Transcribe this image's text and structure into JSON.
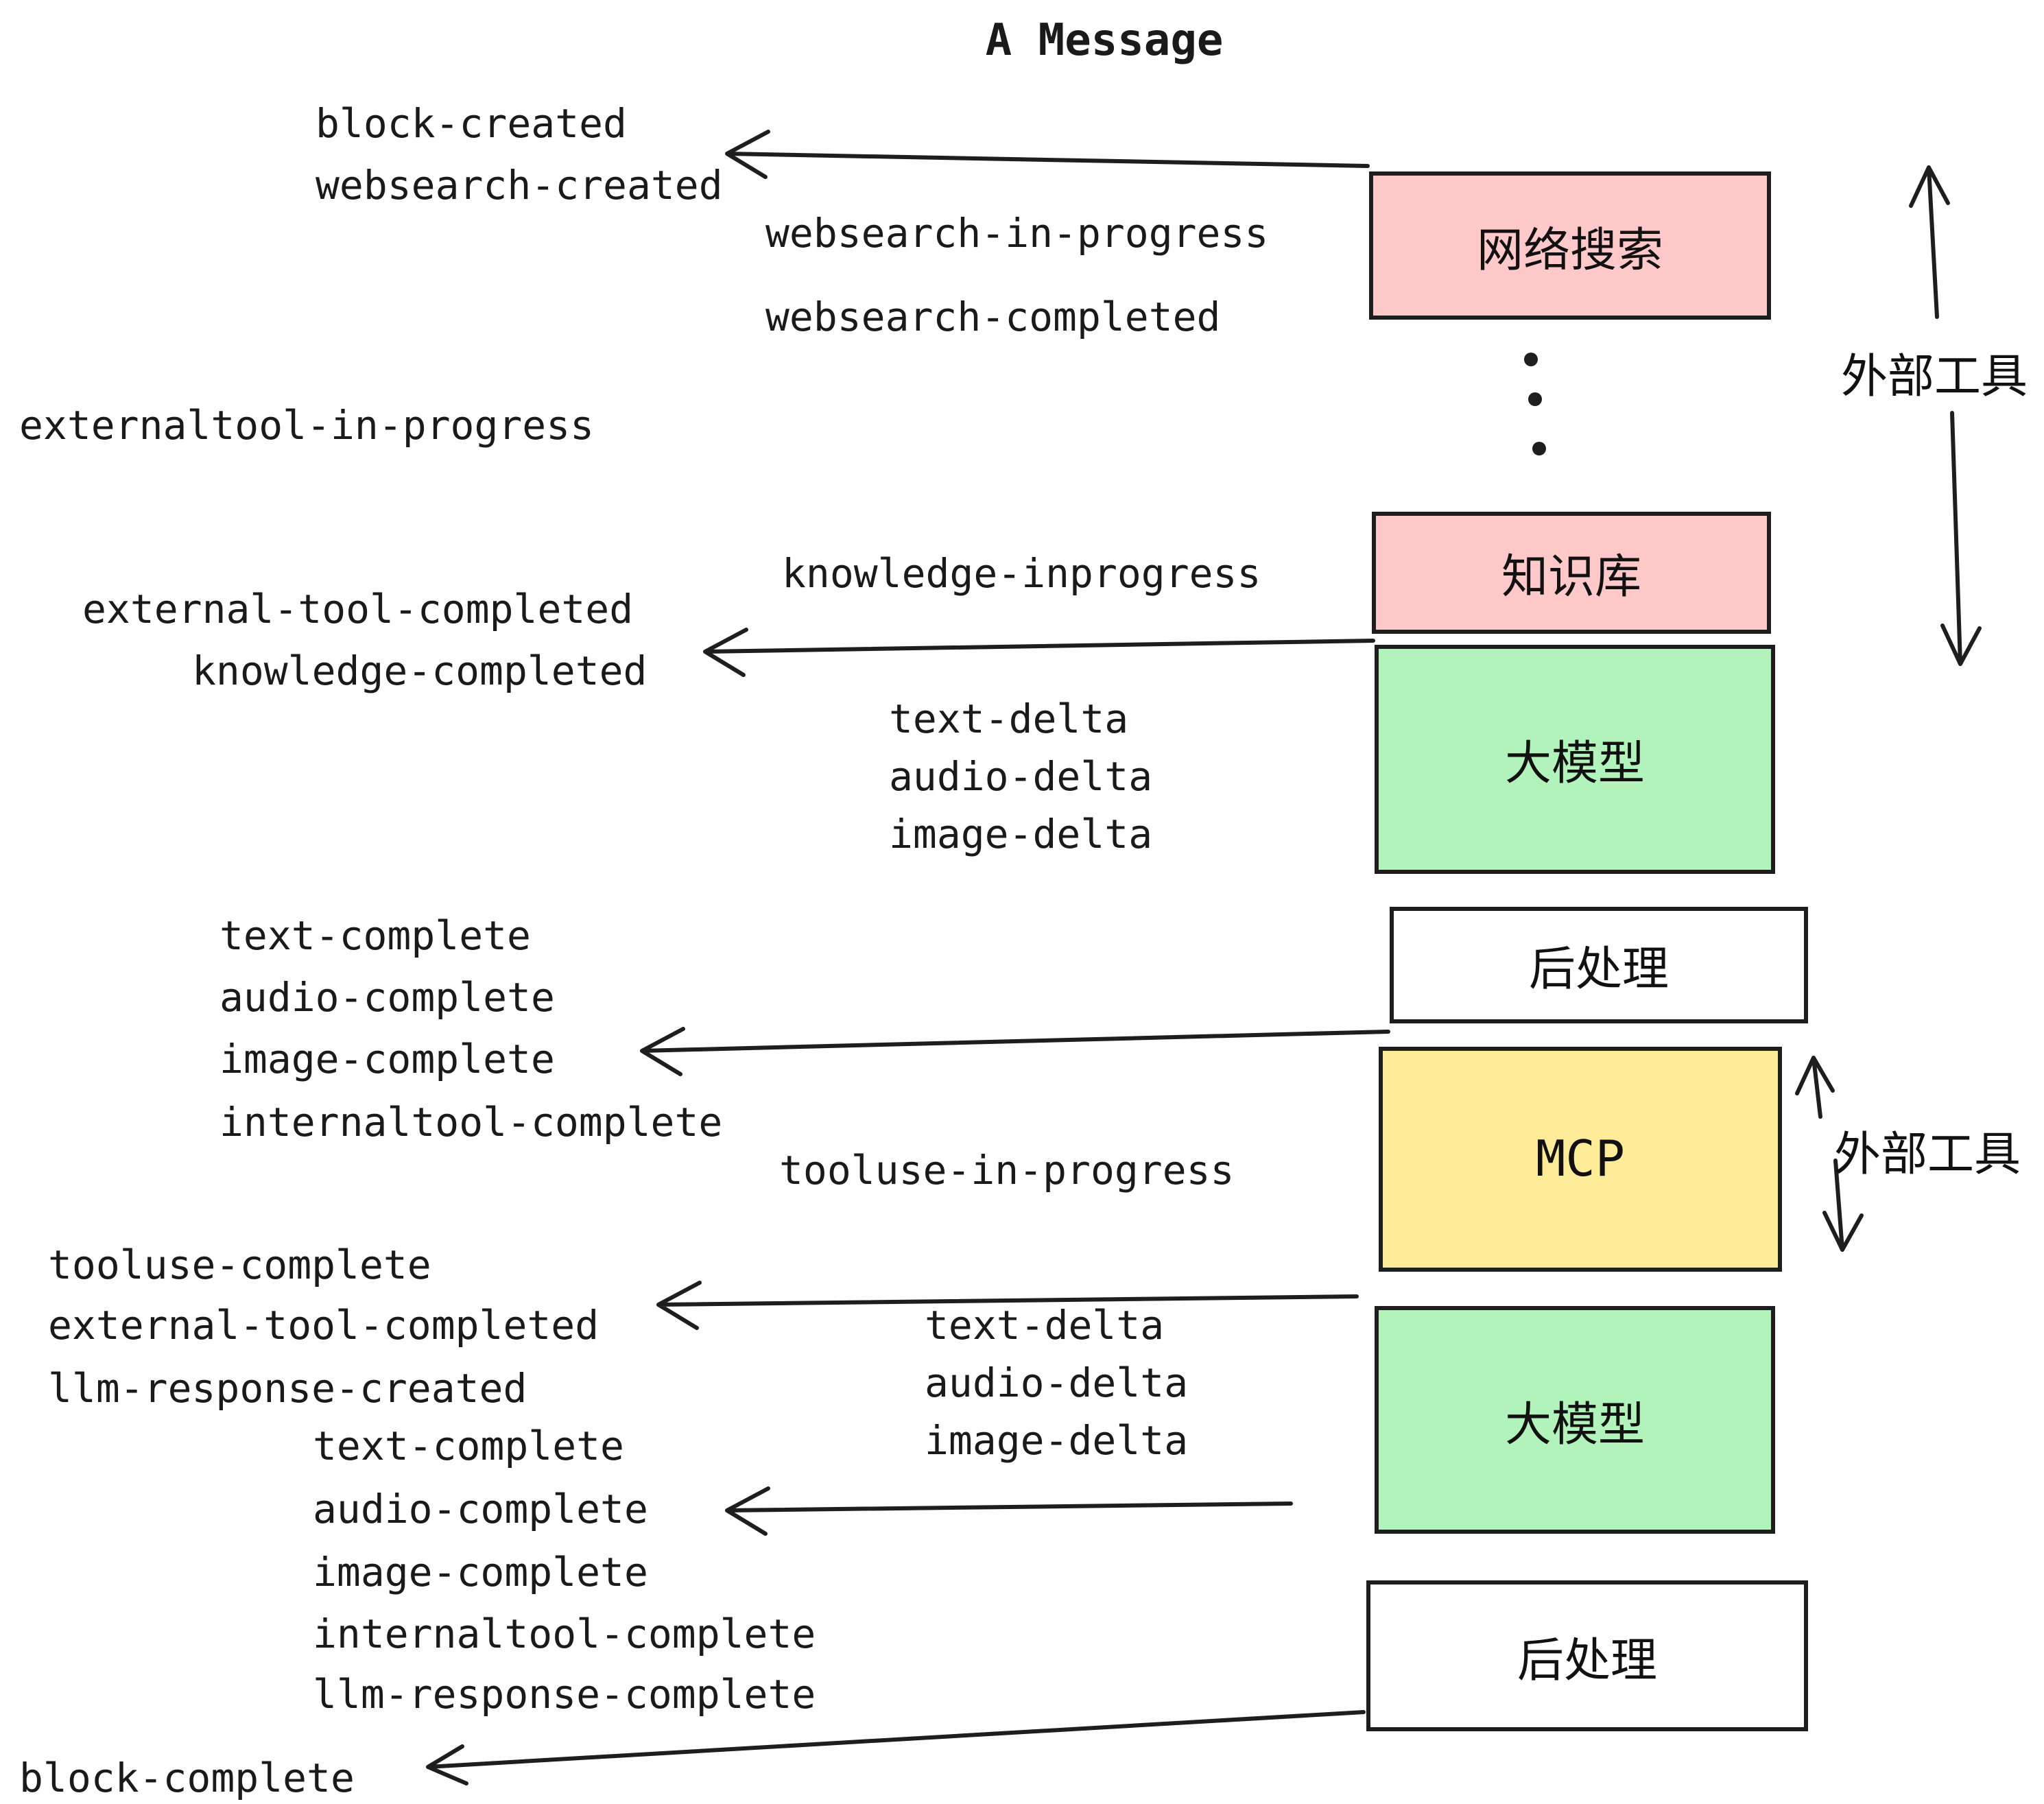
{
  "title": "A Message",
  "palette": {
    "pink": "#ffc9c9",
    "green": "#b2f2bb",
    "yellow": "#ffec99",
    "white": "#ffffff",
    "stroke": "#1e1e1e"
  },
  "boxes": [
    {
      "label": "网络搜索",
      "fill": "#ffc9c9"
    },
    {
      "label": "知识库",
      "fill": "#ffc9c9"
    },
    {
      "label": "大模型",
      "fill": "#b2f2bb"
    },
    {
      "label": "后处理",
      "fill": "#ffffff"
    },
    {
      "label": "MCP",
      "fill": "#ffec99"
    },
    {
      "label": "大模型",
      "fill": "#b2f2bb"
    },
    {
      "label": "后处理",
      "fill": "#ffffff"
    }
  ],
  "side_labels": [
    {
      "text": "外部工具"
    },
    {
      "text": "外部工具"
    }
  ],
  "events": [
    {
      "text": "block-created"
    },
    {
      "text": "websearch-created"
    },
    {
      "text": "websearch-in-progress"
    },
    {
      "text": "websearch-completed"
    },
    {
      "text": "externaltool-in-progress"
    },
    {
      "text": "knowledge-inprogress"
    },
    {
      "text": "external-tool-completed"
    },
    {
      "text": "knowledge-completed"
    },
    {
      "text": "text-delta"
    },
    {
      "text": "audio-delta"
    },
    {
      "text": "image-delta"
    },
    {
      "text": "text-complete"
    },
    {
      "text": "audio-complete"
    },
    {
      "text": "image-complete"
    },
    {
      "text": "internaltool-complete"
    },
    {
      "text": "tooluse-in-progress"
    },
    {
      "text": "tooluse-complete"
    },
    {
      "text": "external-tool-completed"
    },
    {
      "text": "llm-response-created"
    },
    {
      "text": "text-complete"
    },
    {
      "text": "text-delta"
    },
    {
      "text": "audio-delta"
    },
    {
      "text": "image-delta"
    },
    {
      "text": "audio-complete"
    },
    {
      "text": "image-complete"
    },
    {
      "text": "internaltool-complete"
    },
    {
      "text": "llm-response-complete"
    },
    {
      "text": "block-complete"
    }
  ]
}
